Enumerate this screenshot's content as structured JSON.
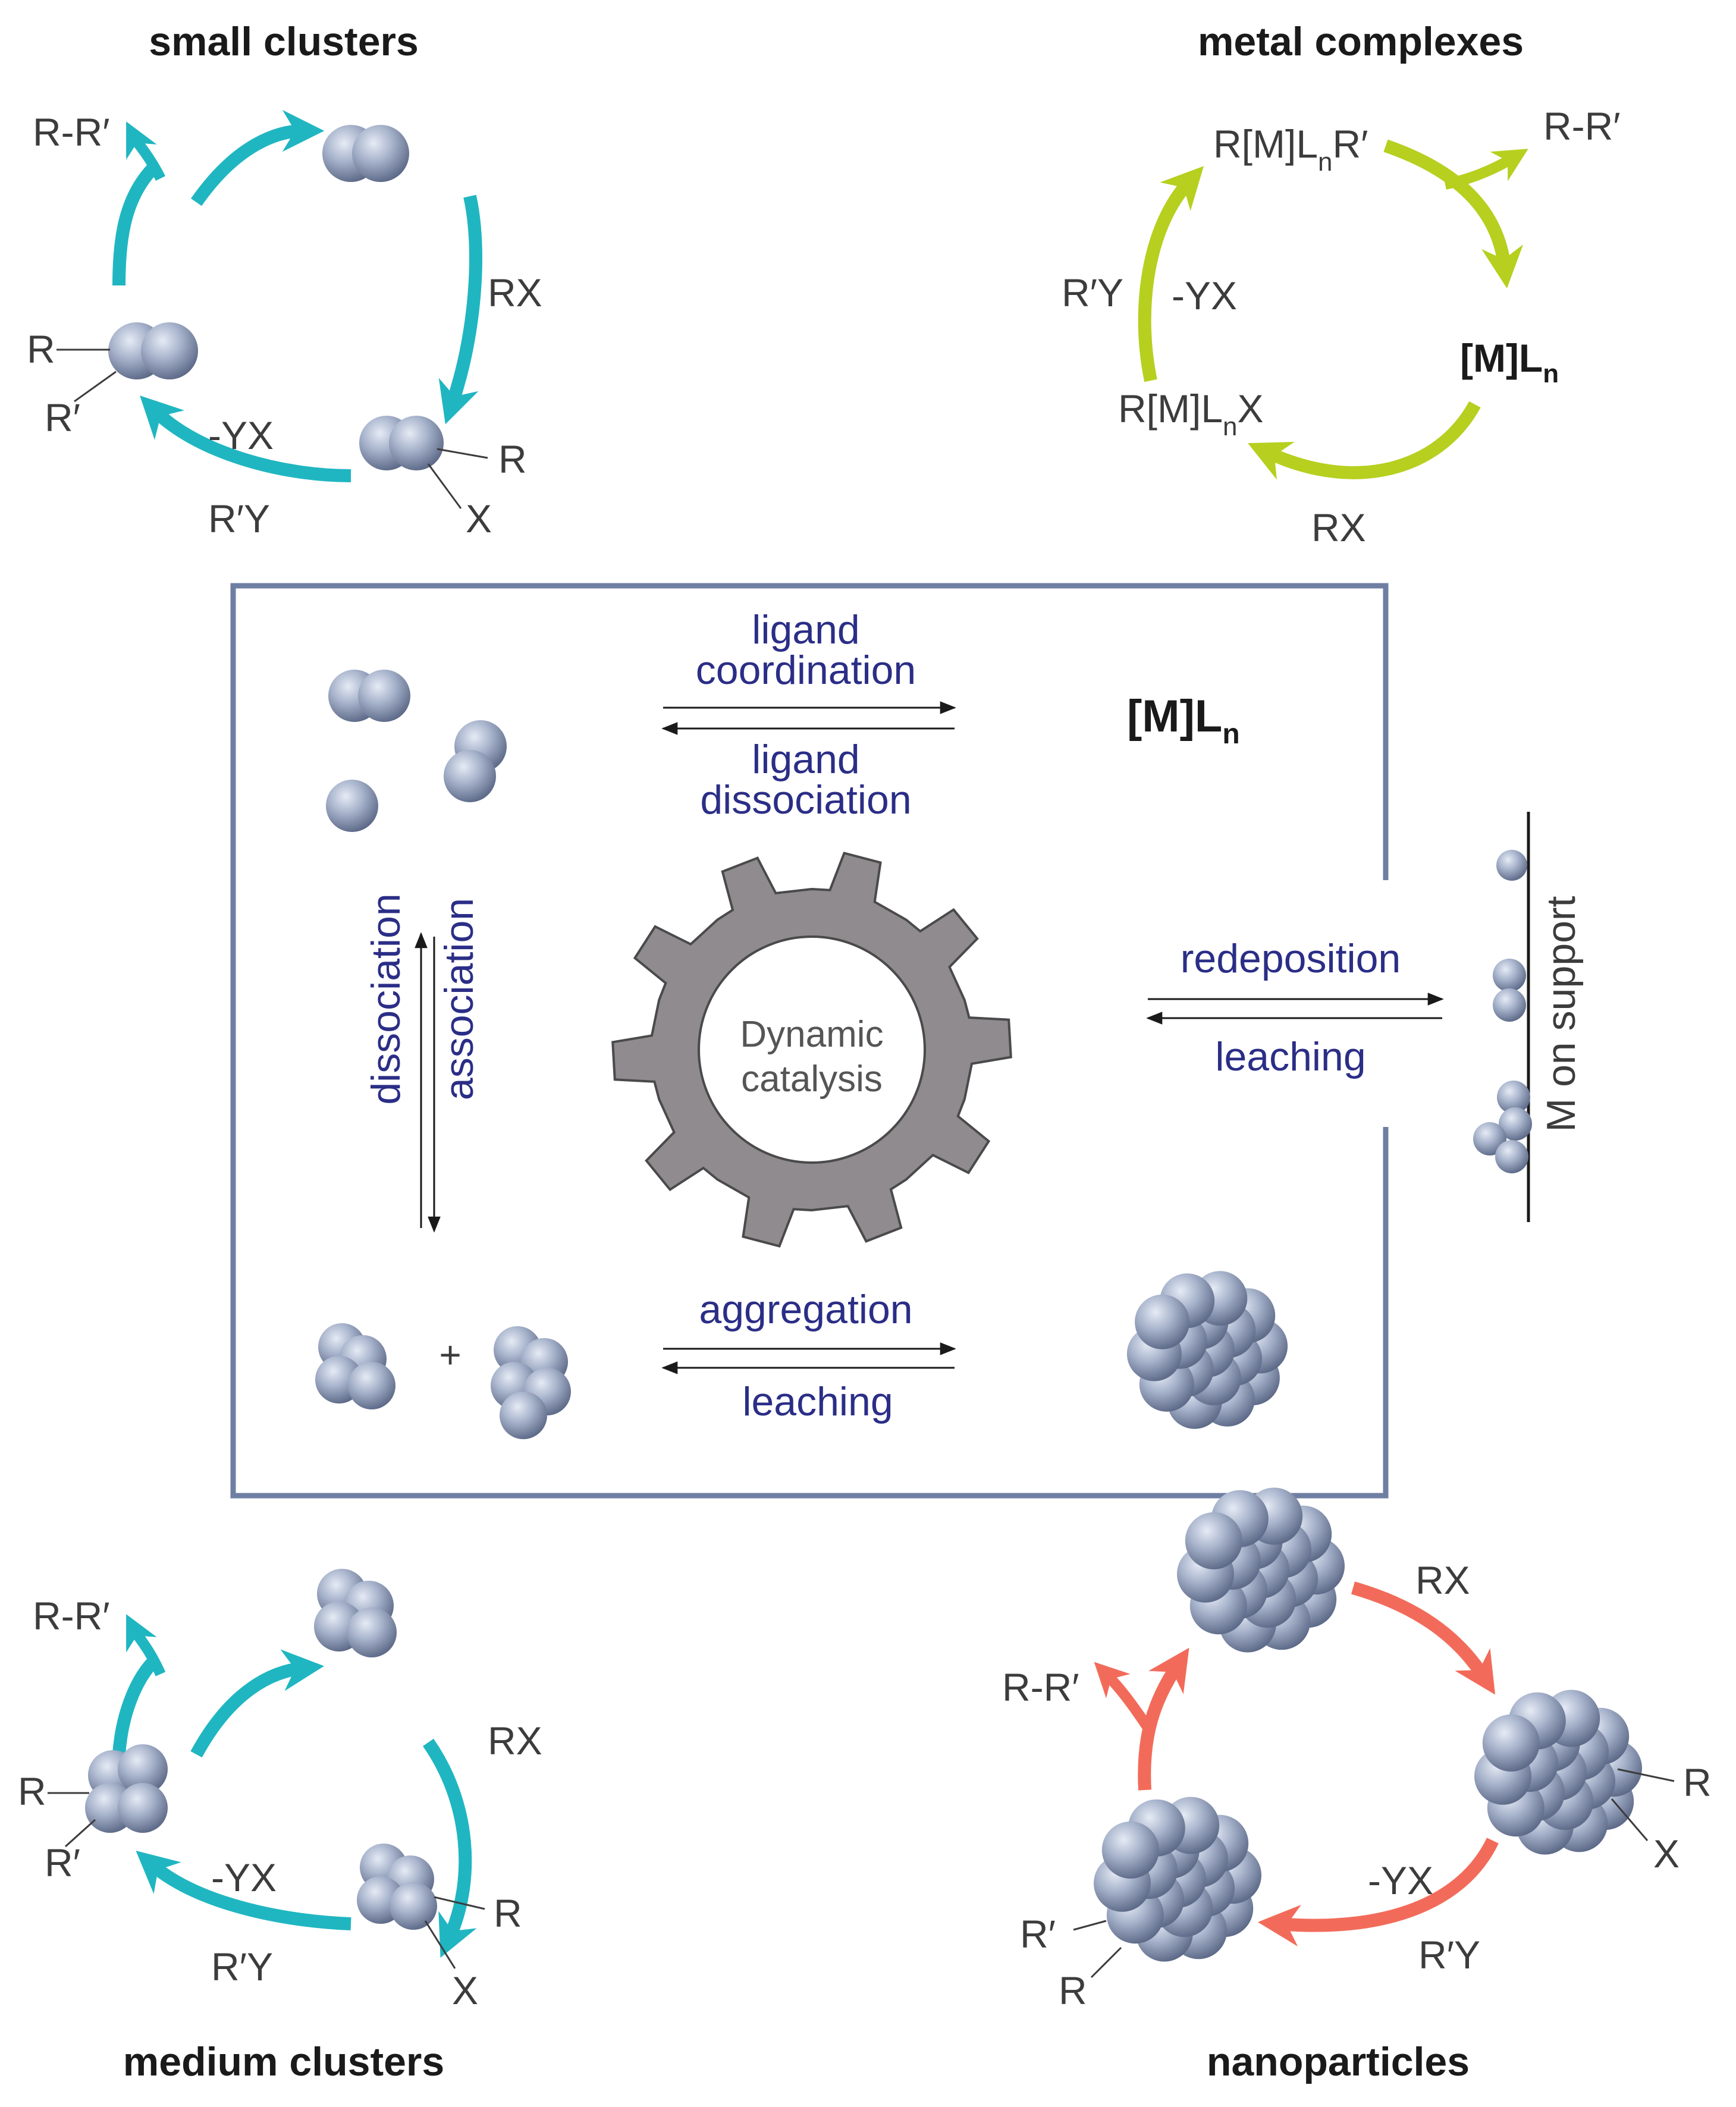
{
  "colors": {
    "teal": "#1fb6c1",
    "lime": "#b7cf1f",
    "coral": "#f26b5a",
    "navy_text": "#2b2e86",
    "box_border": "#6f7fa3",
    "gear": "#8f8b8e",
    "atom": "#9aa8c4"
  },
  "titles": {
    "small_clusters": "small clusters",
    "metal_complexes": "metal complexes",
    "medium_clusters": "medium clusters",
    "nanoparticles": "nanoparticles"
  },
  "small_cycle": {
    "product": "R-R′",
    "rx": "RX",
    "minus_yx": "-YX",
    "ry": "R′Y",
    "r_right": "R",
    "x_right": "X",
    "r_left": "R",
    "rp_left": "R′"
  },
  "metal_cycle": {
    "top_species": "R[M]L",
    "top_sub": "n",
    "top_suffix": "R′",
    "product": "R-R′",
    "catalyst": "[M]L",
    "catalyst_sub": "n",
    "left_species": "R[M]L",
    "left_sub": "n",
    "left_suffix": "X",
    "rx": "RX",
    "ry": "R′Y",
    "minus_yx": "-YX"
  },
  "center_box": {
    "ligand_coordination_1": "ligand",
    "ligand_coordination_2": "coordination",
    "ligand_dissociation_1": "ligand",
    "ligand_dissociation_2": "dissociation",
    "complex": "[M]L",
    "complex_sub": "n",
    "dissociation": "dissociation",
    "association": "association",
    "gear_line1": "Dynamic",
    "gear_line2": "catalysis",
    "redeposition": "redeposition",
    "leaching_right": "leaching",
    "support_label": "M on support",
    "plus": "+",
    "aggregation": "aggregation",
    "leaching_bottom": "leaching"
  },
  "medium_cycle": {
    "product": "R-R′",
    "rx": "RX",
    "minus_yx": "-YX",
    "ry": "R′Y",
    "r_right": "R",
    "x_right": "X",
    "r_left": "R",
    "rp_left": "R′"
  },
  "nano_cycle": {
    "product": "R-R′",
    "rx": "RX",
    "minus_yx": "-YX",
    "ry": "R′Y",
    "r_right": "R",
    "x_right": "X",
    "rp_left": "R′",
    "r_left": "R"
  }
}
